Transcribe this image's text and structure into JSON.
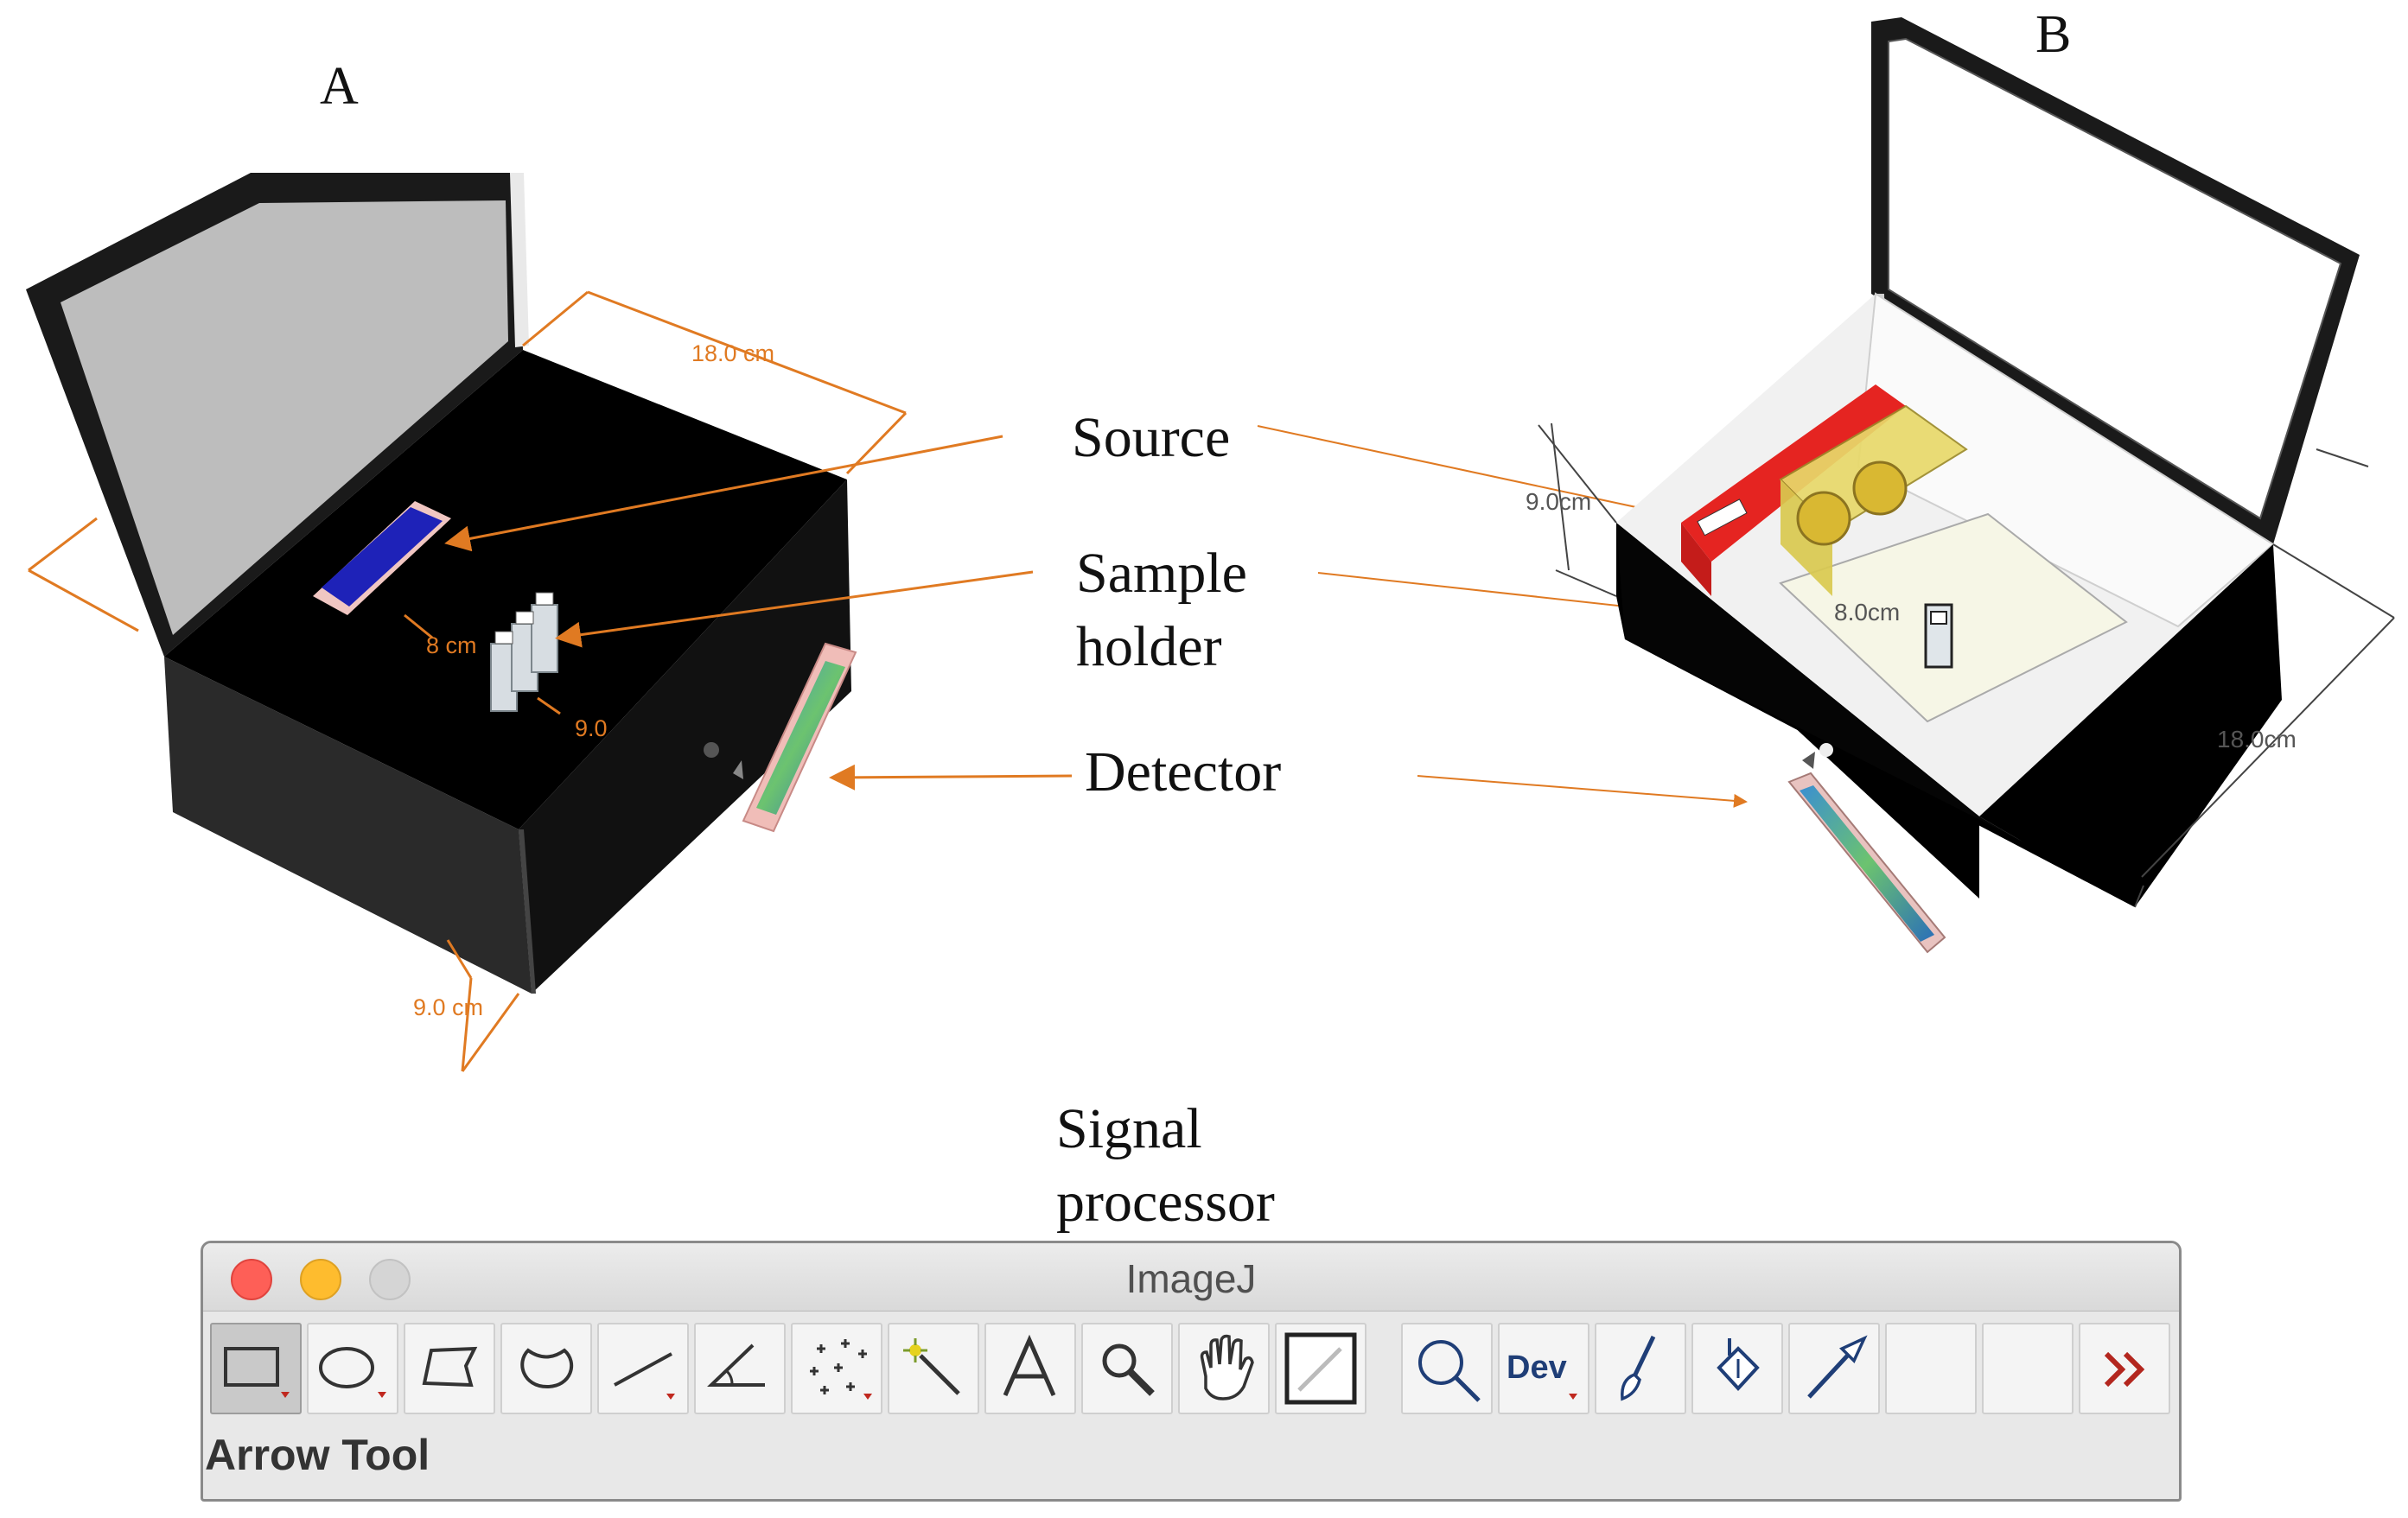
{
  "panels": {
    "a": "A",
    "b": "B"
  },
  "callouts": {
    "source": "Source",
    "sample_holder": [
      "Sample",
      "holder"
    ],
    "detector": "Detector",
    "signal_processor": [
      "Signal",
      "processor"
    ]
  },
  "dimensions_a": {
    "length": "18.0 cm",
    "source_sample_distance": "8 cm",
    "sample_detector_distance": "9.0",
    "height": "9.0 cm"
  },
  "dimensions_b": {
    "width": "9.0cm",
    "source_sample_distance": "8.0cm",
    "length": "18.0cm"
  },
  "imagej": {
    "title": "ImageJ",
    "status": "Arrow Tool",
    "tools": [
      {
        "name": "rectangle-tool",
        "icon": "rectangle-icon",
        "selected": true
      },
      {
        "name": "oval-tool",
        "icon": "oval-icon"
      },
      {
        "name": "polygon-tool",
        "icon": "polygon-icon"
      },
      {
        "name": "freehand-tool",
        "icon": "freehand-icon"
      },
      {
        "name": "line-tool",
        "icon": "line-icon"
      },
      {
        "name": "angle-tool",
        "icon": "angle-icon"
      },
      {
        "name": "multipoint-tool",
        "icon": "multipoint-icon"
      },
      {
        "name": "wand-tool",
        "icon": "wand-icon"
      },
      {
        "name": "text-tool",
        "icon": "text-icon",
        "label": "A"
      },
      {
        "name": "magnifier-tool",
        "icon": "magnifier-icon"
      },
      {
        "name": "scroll-tool",
        "icon": "hand-icon"
      },
      {
        "name": "color-picker-tool",
        "icon": "eyedropper-icon"
      },
      {
        "name": "zoom-tool",
        "icon": "magnifying-glass-icon"
      },
      {
        "name": "developer-menu-tool",
        "icon": "dev-icon",
        "label": "Dev"
      },
      {
        "name": "brush-tool",
        "icon": "brush-icon"
      },
      {
        "name": "flood-fill-tool",
        "icon": "bucket-icon"
      },
      {
        "name": "arrow-tool",
        "icon": "arrow-icon"
      },
      {
        "name": "empty-tool-1",
        "icon": ""
      },
      {
        "name": "empty-tool-2",
        "icon": ""
      },
      {
        "name": "more-tools",
        "icon": "double-chevron-icon",
        "label": "≫"
      }
    ]
  }
}
